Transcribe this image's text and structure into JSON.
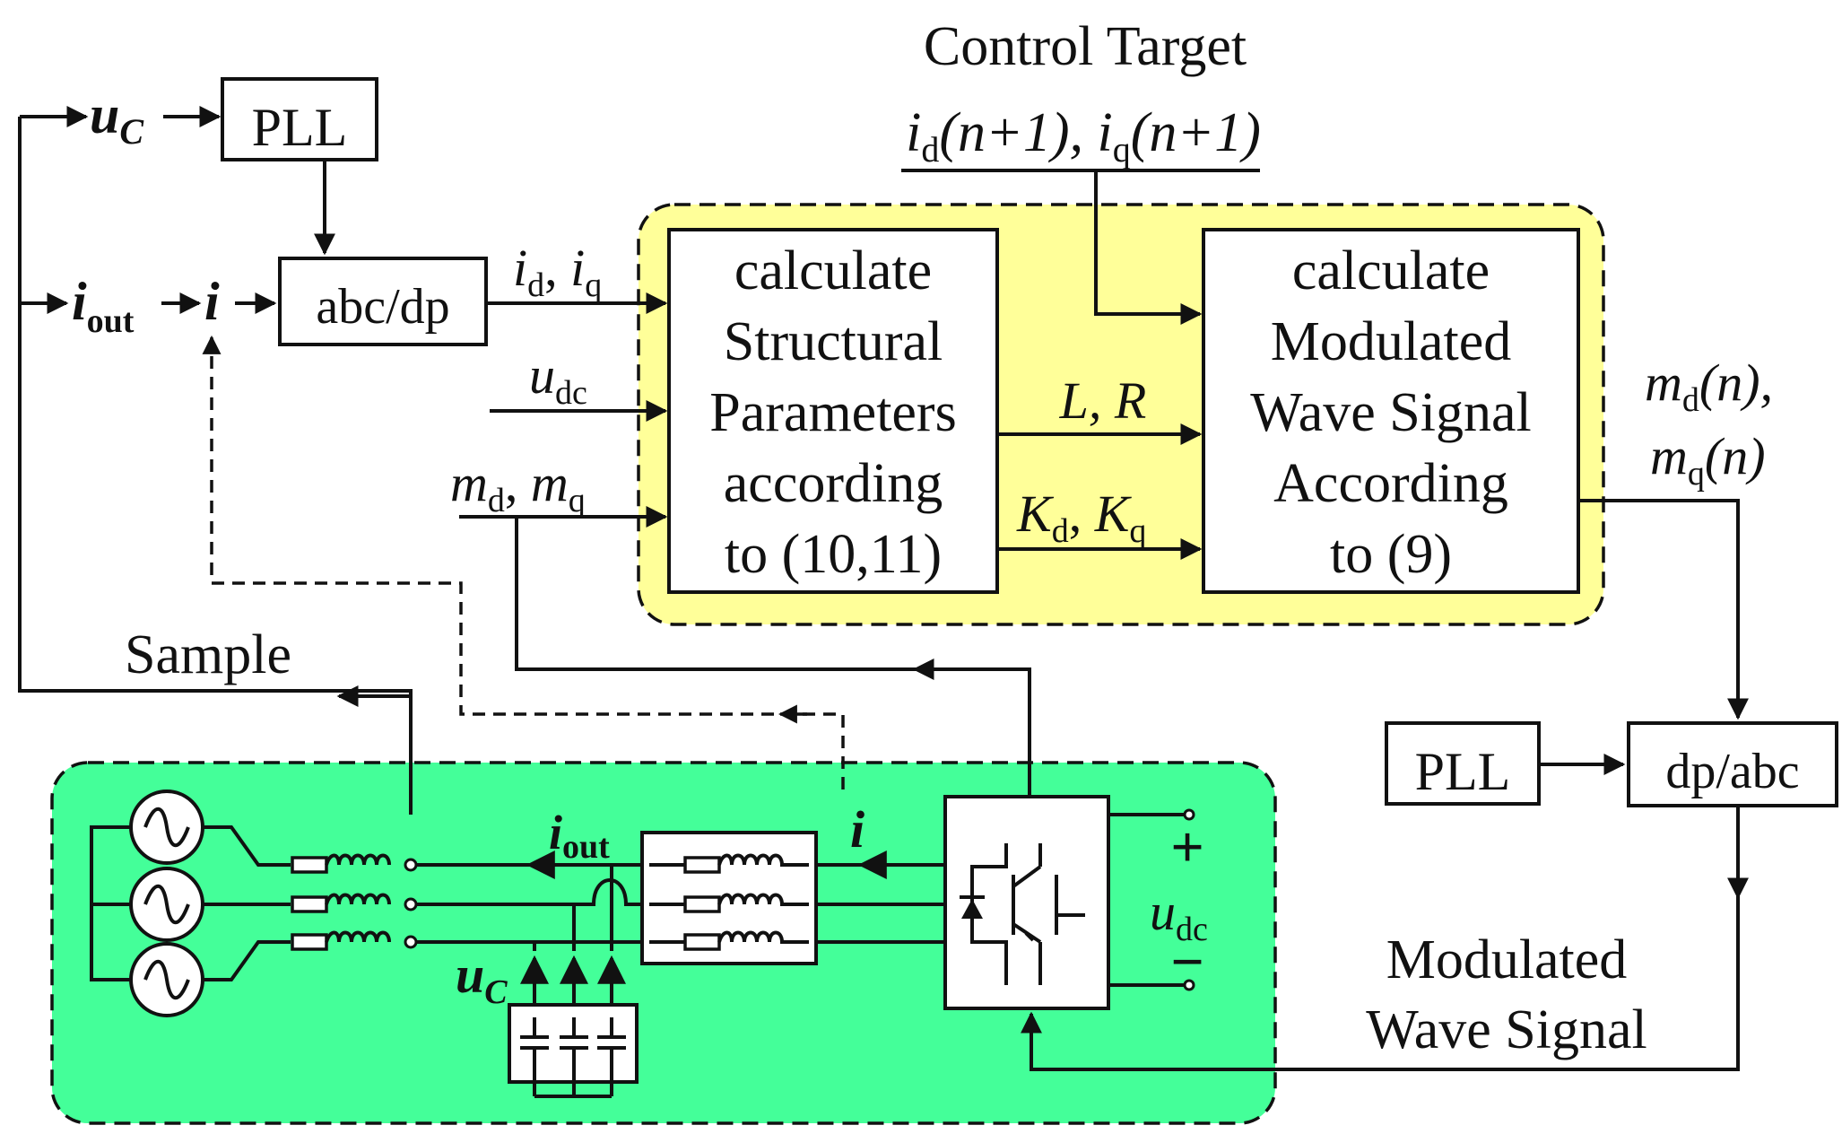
{
  "colors": {
    "controller_bg": "#ffff99",
    "plant_bg": "#44ff99",
    "line": "#111111"
  },
  "labels": {
    "control_target_title": "Control Target",
    "control_target_id": "i",
    "control_target_id_sub": "d",
    "control_target_id_arg": "(n+1), ",
    "control_target_iq": "i",
    "control_target_iq_sub": "q",
    "control_target_iq_arg": "(n+1)",
    "pll_top": "PLL",
    "pll_bottom": "PLL",
    "abc_dp": "abc/dp",
    "dp_abc": "dp/abc",
    "uc_top": "u",
    "uc_top_sub": "C",
    "iout_left": "i",
    "iout_left_sub": "out",
    "i_left": "i",
    "id_iq_id": "i",
    "id_iq_id_sub": "d",
    "id_iq_sep": ", ",
    "id_iq_iq": "i",
    "id_iq_iq_sub": "q",
    "udc_in": "u",
    "udc_in_sub": "dc",
    "md_mq_md": "m",
    "md_mq_md_sub": "d",
    "md_mq_sep": ", ",
    "md_mq_mq": "m",
    "md_mq_mq_sub": "q",
    "l_r": "L, R",
    "kd_kq_kd": "K",
    "kd_kq_kd_sub": "d",
    "kd_kq_sep": ", ",
    "kd_kq_kq": "K",
    "kd_kq_kq_sub": "q",
    "out_md": "m",
    "out_md_sub": "d",
    "out_md_arg": "(n),",
    "out_mq": "m",
    "out_mq_sub": "q",
    "out_mq_arg": "(n)",
    "sample": "Sample",
    "modulated_1": "Modulated",
    "modulated_2": "Wave Signal",
    "iout_plant": "i",
    "iout_plant_sub": "out",
    "i_plant": "i",
    "uc_plant": "u",
    "uc_plant_sub": "C",
    "plus": "+",
    "minus": "−",
    "udc_plant": "u",
    "udc_plant_sub": "dc"
  },
  "blocks": {
    "structural": [
      "calculate",
      "Structural",
      "Parameters",
      "according",
      "to (10,11)"
    ],
    "modulated": [
      "calculate",
      "Modulated",
      "Wave Signal",
      "According",
      "to (9)"
    ]
  }
}
